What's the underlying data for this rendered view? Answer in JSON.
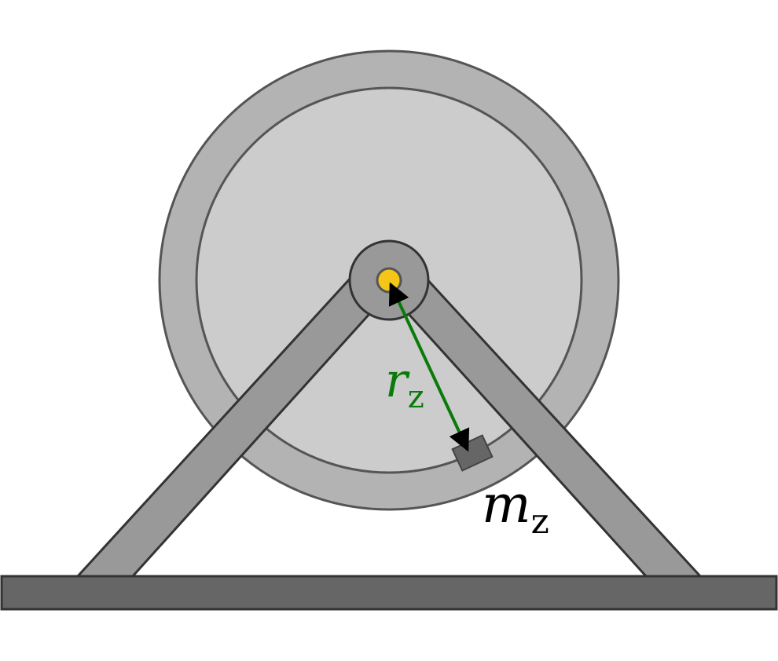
{
  "labels": {
    "radius": {
      "main": "r",
      "sub": "z"
    },
    "mass": {
      "main": "m",
      "sub": "z"
    }
  },
  "colors": {
    "disc_outer": "#b3b3b3",
    "disc_inner": "#cccccc",
    "frame": "#999999",
    "frame_stroke": "#333333",
    "base": "#666666",
    "axle": "#f5c518",
    "mass_block": "#666666",
    "radius_arrow": "#0a7a0a",
    "mass_label": "#000000"
  }
}
